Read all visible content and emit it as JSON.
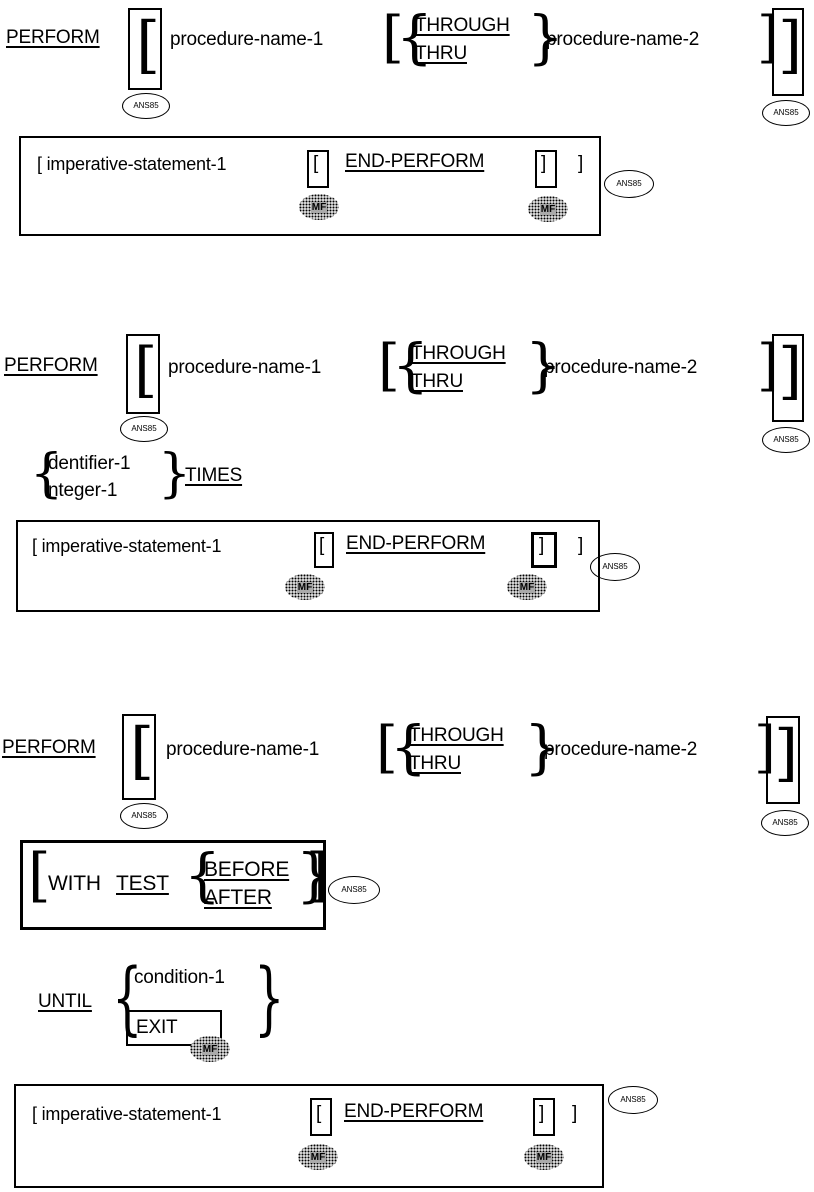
{
  "blocks": [
    {
      "perform": "PERFORM",
      "proc1": "procedure-name-1",
      "through": "THROUGH",
      "thru": "THRU",
      "proc2": "procedure-name-2",
      "ansi_left": "ANS85",
      "ansi_right": "ANS85",
      "imperative": "[ imperative-statement-1",
      "end_bracket_open": "[",
      "end_perform": "END-PERFORM",
      "end_bracket_close": "]",
      "close": "]",
      "ansi_box": "ANS85",
      "mf": "MF"
    },
    {
      "perform": "PERFORM",
      "proc1": "procedure-name-1",
      "through": "THROUGH",
      "thru": "THRU",
      "proc2": "procedure-name-2",
      "ansi_left": "ANS85",
      "ansi_right": "ANS85",
      "identifier": "identifier-1",
      "integer": "integer-1",
      "times": "TIMES",
      "imperative": "[ imperative-statement-1",
      "end_bracket_open": "[",
      "end_perform": "END-PERFORM",
      "end_bracket_close": "]",
      "close": "]",
      "ansi_box": "ANS85",
      "mf": "MF"
    },
    {
      "perform": "PERFORM",
      "proc1": "procedure-name-1",
      "through": "THROUGH",
      "thru": "THRU",
      "proc2": "procedure-name-2",
      "ansi_left": "ANS85",
      "ansi_right": "ANS85",
      "with": "WITH",
      "test": "TEST",
      "before": "BEFORE",
      "after": "AFTER",
      "ansi_test": "ANS85",
      "until": "UNTIL",
      "condition": "condition-1",
      "exit": "EXIT",
      "imperative": "[ imperative-statement-1",
      "end_bracket_open": "[",
      "end_perform": "END-PERFORM",
      "end_bracket_close": "]",
      "close": "]",
      "ansi_box": "ANS85",
      "mf": "MF"
    }
  ]
}
